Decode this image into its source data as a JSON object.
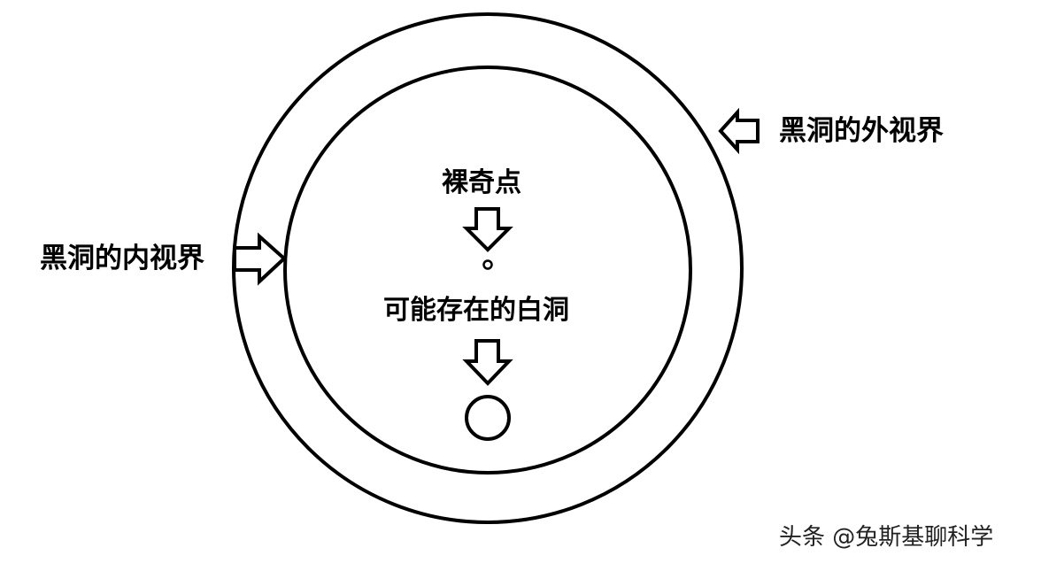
{
  "labels": {
    "outer_horizon": "黑洞的外视界",
    "inner_horizon": "黑洞的内视界",
    "naked_singularity": "裸奇点",
    "white_hole": "可能存在的白洞"
  },
  "watermark": "头条 @兔斯基聊科学",
  "colors": {
    "stroke": "#000000",
    "background": "#ffffff"
  }
}
